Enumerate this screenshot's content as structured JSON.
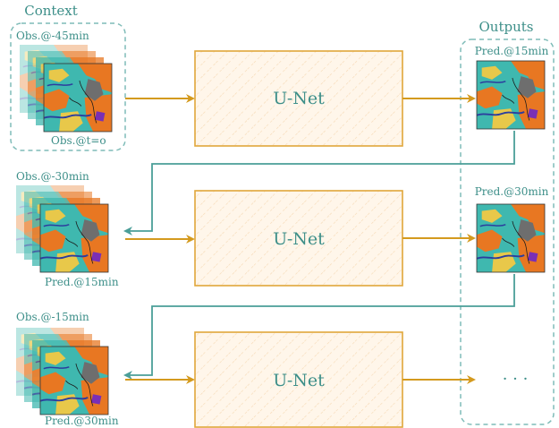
{
  "context_label": "Context",
  "outputs_label": "Outputs",
  "unet_label": "U-Net",
  "ellipsis": "· · ·",
  "rows": [
    {
      "input_top_label": "Obs.@-45min",
      "input_bottom_label": "Obs.@t=o",
      "output_label": "Pred.@15min"
    },
    {
      "input_top_label": "Obs.@-30min",
      "input_bottom_label": "Pred.@15min",
      "output_label": "Pred.@30min"
    },
    {
      "input_top_label": "Obs.@-15min",
      "input_bottom_label": "Pred.@30min",
      "output_label": ""
    }
  ],
  "colors": {
    "teal": "#4a9e98",
    "teal_box": "#7fbcb8",
    "arrow_gold": "#d49a1e",
    "unet_border": "#e0a63a",
    "unet_fill": "#fff4e6",
    "map_orange": "#e87722",
    "map_teal": "#3fb8af",
    "map_yellow": "#e8c84a",
    "map_gray": "#6e6e6e",
    "map_blue": "#2c3e9e",
    "map_purple": "#7a2fb5"
  }
}
